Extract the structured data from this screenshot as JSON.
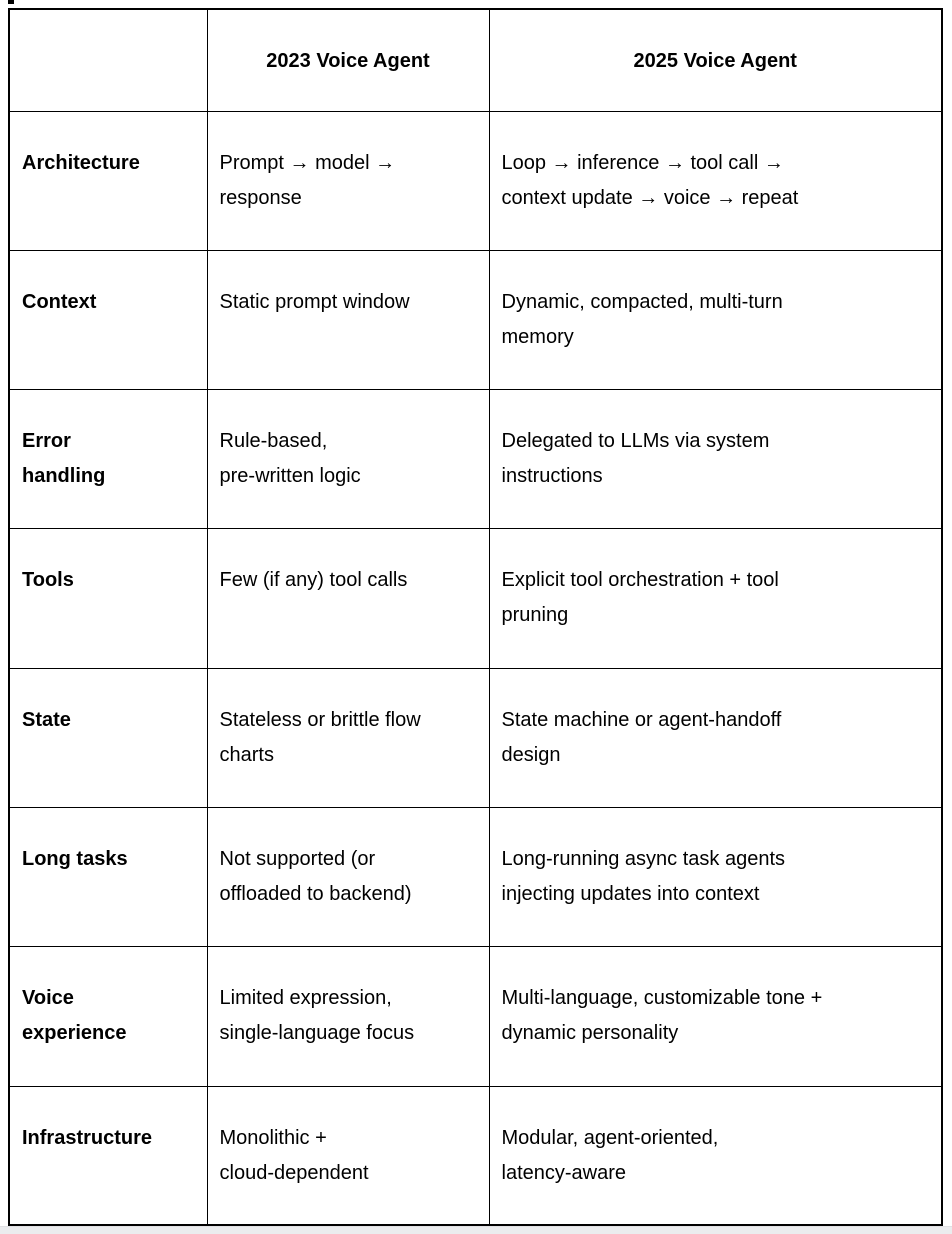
{
  "page": {
    "background_color": "#ffffff",
    "border_color": "#000000",
    "text_color": "#000000",
    "bottom_strip_color": "#ebecee"
  },
  "table": {
    "columns": [
      "",
      "2023 Voice Agent",
      "2025 Voice Agent"
    ],
    "rows": [
      {
        "label": "Architecture",
        "y2023": "Prompt → model →\nresponse",
        "y2025": "Loop → inference → tool call →\ncontext update → voice → repeat"
      },
      {
        "label": "Context",
        "y2023": "Static prompt window",
        "y2025": "Dynamic, compacted, multi-turn\nmemory"
      },
      {
        "label": "Error\nhandling",
        "y2023": "Rule-based,\npre-written logic",
        "y2025": "Delegated to LLMs via system\ninstructions"
      },
      {
        "label": "Tools",
        "y2023": "Few (if any) tool calls",
        "y2025": "Explicit tool orchestration + tool\npruning"
      },
      {
        "label": "State",
        "y2023": "Stateless or brittle flow\ncharts",
        "y2025": "State machine or agent-handoff\ndesign"
      },
      {
        "label": "Long tasks",
        "y2023": "Not supported (or\noffloaded to backend)",
        "y2025": "Long-running async task agents\ninjecting updates into context"
      },
      {
        "label": "Voice\nexperience",
        "y2023": "Limited expression,\nsingle-language focus",
        "y2025": "Multi-language, customizable tone +\ndynamic personality"
      },
      {
        "label": "Infrastructure",
        "y2023": "Monolithic +\ncloud-dependent",
        "y2025": "Modular, agent-oriented,\nlatency-aware"
      }
    ]
  }
}
